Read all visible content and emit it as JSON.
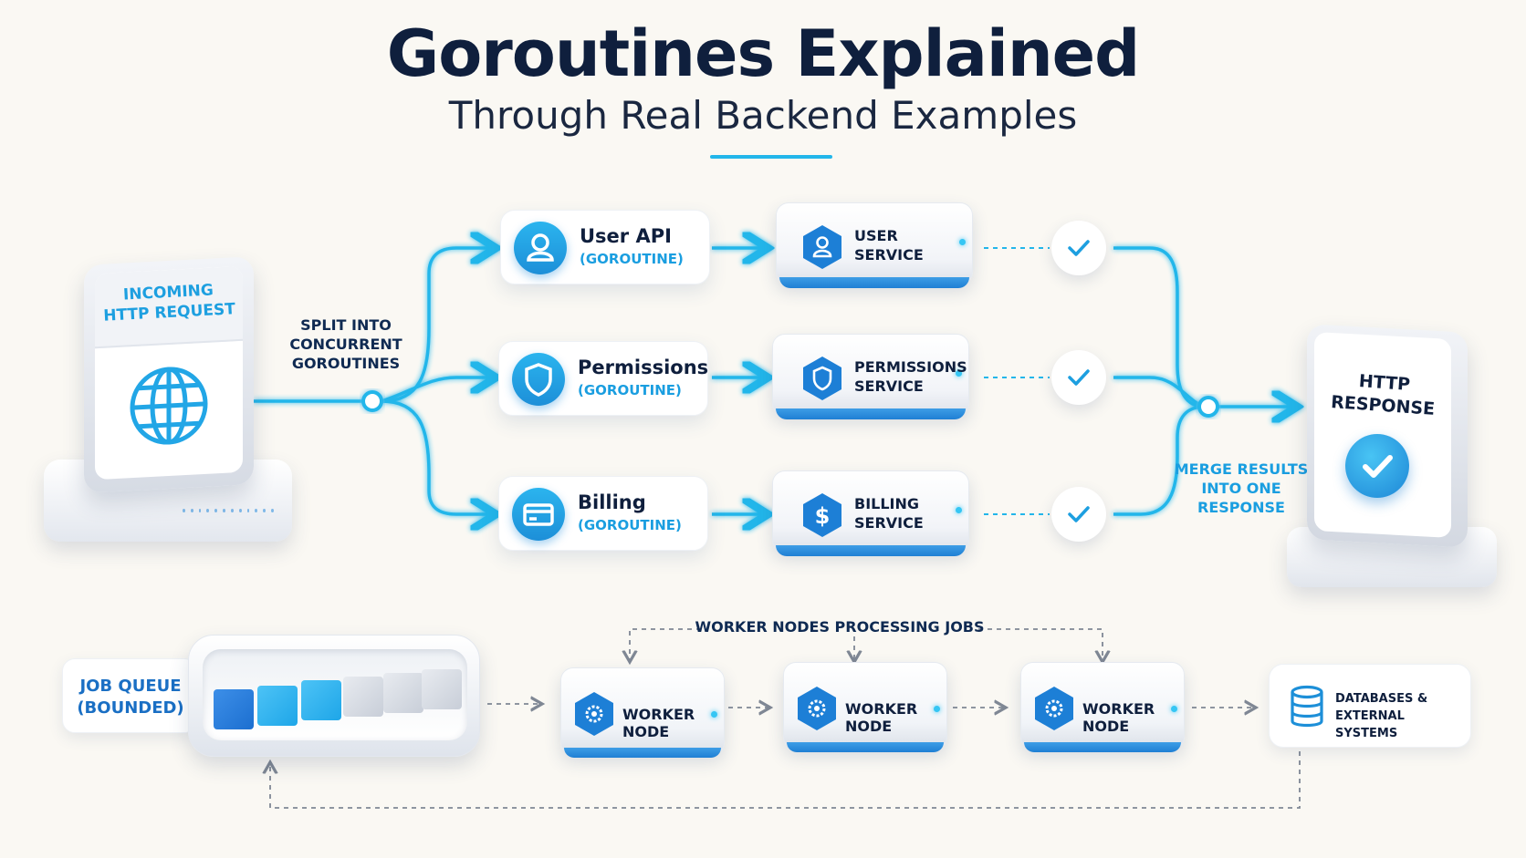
{
  "header": {
    "title": "Goroutines Explained",
    "subtitle": "Through Real Backend Examples"
  },
  "incoming": {
    "label_line1": "INCOMING",
    "label_line2": "HTTP REQUEST",
    "icon": "globe-icon"
  },
  "split_label": {
    "line1": "SPLIT INTO",
    "line2": "CONCURRENT",
    "line3": "GOROUTINES"
  },
  "goroutines": [
    {
      "name": "User API",
      "sub": "(GOROUTINE)",
      "icon": "user-icon"
    },
    {
      "name": "Permissions",
      "sub": "(GOROUTINE)",
      "icon": "shield-icon"
    },
    {
      "name": "Billing",
      "sub": "(GOROUTINE)",
      "icon": "credit-card-icon"
    }
  ],
  "services": [
    {
      "line1": "USER",
      "line2": "SERVICE",
      "icon": "user-icon"
    },
    {
      "line1": "PERMISSIONS",
      "line2": "SERVICE",
      "icon": "shield-icon"
    },
    {
      "line1": "BILLING",
      "line2": "SERVICE",
      "icon": "dollar-icon"
    }
  ],
  "merge_label": {
    "line1": "MERGE RESULTS",
    "line2": "INTO ONE",
    "line3": "RESPONSE"
  },
  "response": {
    "line1": "HTTP",
    "line2": "RESPONSE",
    "icon": "check-icon"
  },
  "job_queue": {
    "line1": "JOB QUEUE",
    "line2": "(BOUNDED)",
    "filled_slots": 3,
    "total_slots": 6
  },
  "workers": {
    "title": "WORKER NODES PROCESSING JOBS",
    "nodes": [
      {
        "line1": "WORKER",
        "line2": "NODE",
        "icon": "gear-icon"
      },
      {
        "line1": "WORKER",
        "line2": "NODE",
        "icon": "gear-icon"
      },
      {
        "line1": "WORKER",
        "line2": "NODE",
        "icon": "gear-icon"
      }
    ]
  },
  "databases": {
    "line1": "DATABASES &",
    "line2": "EXTERNAL SYSTEMS",
    "icon": "database-icon"
  },
  "colors": {
    "accent": "#22b6ea",
    "navy": "#0f1f3d",
    "blue": "#1f7fd4"
  }
}
